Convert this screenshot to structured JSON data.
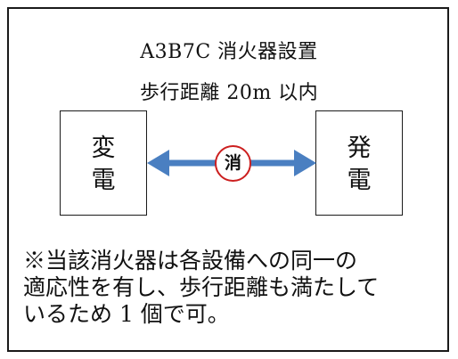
{
  "title": {
    "line1": "A3B7C 消火器設置",
    "line2": "歩行距離 20m 以内"
  },
  "equipment": {
    "left": {
      "char1": "変",
      "char2": "電"
    },
    "right": {
      "char1": "発",
      "char2": "電"
    }
  },
  "extinguisher": {
    "symbol": "消",
    "circle_color": "#cc1f1f",
    "arrow_color": "#4a7fc1"
  },
  "note": {
    "line1": "※当該消火器は各設備への同一の",
    "line2": "適応性を有し、歩行距離も満たして",
    "line3": "いるため 1 個で可。"
  }
}
